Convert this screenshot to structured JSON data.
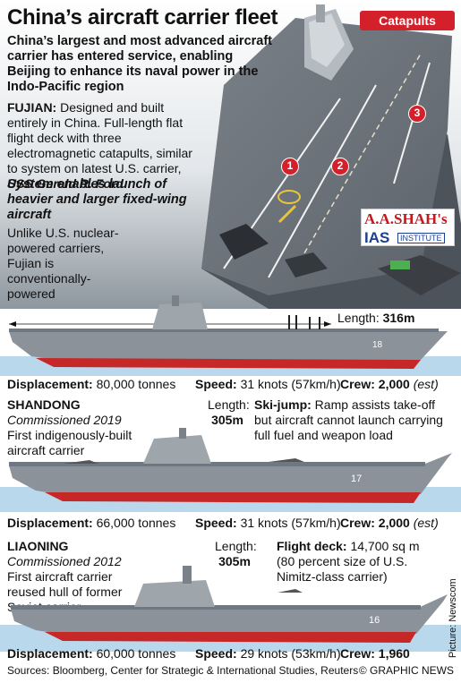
{
  "header": {
    "title": "China’s aircraft carrier fleet",
    "dek": "China’s largest and most advanced aircraft carrier has entered service, enabling Beijing to enhance its naval power in the Indo-Pacific region",
    "catapults_badge": "Catapults",
    "catapult_numbers": [
      "1",
      "2",
      "3"
    ]
  },
  "fujian": {
    "name": "FUJIAN:",
    "desc": "Designed and built entirely in China. Full-length flat flight deck with three electromagnetic catapults, similar to system on latest U.S. carrier,",
    "ship_ref": "USS Gerald R. Ford",
    "system_note": "System enables launch of heavier and larger fixed-wing aircraft",
    "unlike_note": "Unlike U.S. nuclear-powered carriers, Fujian is conventionally-powered",
    "length_label": "Length:",
    "length_value": "316m",
    "hull_number": "18",
    "displacement_label": "Displacement:",
    "displacement_value": "80,000 tonnes",
    "speed_label": "Speed:",
    "speed_value": "31 knots (57km/h)",
    "crew_label": "Crew:",
    "crew_value": "2,000",
    "crew_note": "(est)"
  },
  "shandong": {
    "name": "SHANDONG",
    "commissioned": "Commissioned 2019",
    "desc": "First indigenously-built aircraft carrier",
    "length_label": "Length:",
    "length_value": "305m",
    "feature_label": "Ski-jump:",
    "feature_desc": "Ramp assists take-off but aircraft cannot launch carrying full fuel and weapon load",
    "hull_number": "17",
    "displacement_label": "Displacement:",
    "displacement_value": "66,000 tonnes",
    "speed_label": "Speed:",
    "speed_value": "31 knots (57km/h)",
    "crew_label": "Crew:",
    "crew_value": "2,000",
    "crew_note": "(est)"
  },
  "liaoning": {
    "name": "LIAONING",
    "commissioned": "Commissioned 2012",
    "desc": "First aircraft carrier reused hull of former Soviet carrier",
    "length_label": "Length:",
    "length_value": "305m",
    "feature_label": "Flight deck:",
    "feature_desc": "14,700 sq m (80 percent size of U.S. Nimitz-class carrier)",
    "hull_number": "16",
    "displacement_label": "Displacement:",
    "displacement_value": "60,000 tonnes",
    "speed_label": "Speed:",
    "speed_value": "29 knots (53km/h)",
    "crew_label": "Crew:",
    "crew_value": "1,960"
  },
  "logo": {
    "top": "A.A.SHAH's",
    "bottom": "IAS",
    "institute": "INSTITUTE"
  },
  "footer": {
    "sources": "Sources: Bloomberg, Center for Strategic & International Studies, Reuters",
    "brand": "© GRAPHIC NEWS",
    "credit": "Picture: Newscom"
  },
  "colors": {
    "accent": "#d4202a",
    "hull": "#8b929a",
    "water": "#b9d8ec",
    "deck": "#6f7780"
  }
}
